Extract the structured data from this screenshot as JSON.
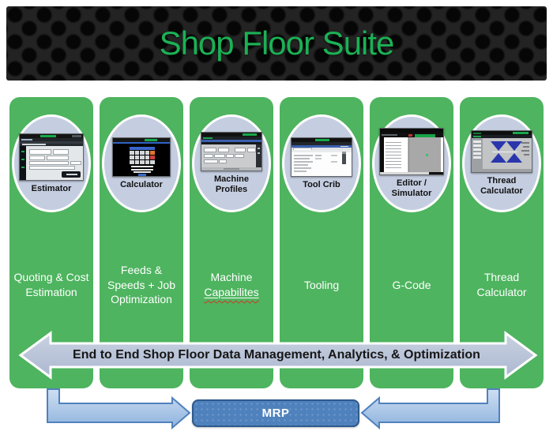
{
  "header": {
    "title": "Shop Floor Suite"
  },
  "suite": {
    "columns": [
      {
        "app": "Estimator",
        "capability": "Quoting & Cost Estimation"
      },
      {
        "app": "Calculator",
        "capability": "Feeds & Speeds + Job Optimization"
      },
      {
        "app": "Machine Profiles",
        "capability_line1": "Machine",
        "capability_line2": "Capabilites"
      },
      {
        "app": "Tool Crib",
        "capability": "Tooling"
      },
      {
        "app": "Editor / Simulator",
        "capability": "G-Code"
      },
      {
        "app": "Thread Calculator",
        "capability": "Thread Calculator"
      }
    ]
  },
  "banner": {
    "text": "End to End Shop Floor Data Management, Analytics, & Optimization"
  },
  "mrp": {
    "label": "MRP"
  },
  "icons": {
    "thumbnails": [
      "estimator-app-screenshot",
      "calculator-app-screenshot",
      "machine-profiles-app-screenshot",
      "tool-crib-app-screenshot",
      "editor-simulator-app-screenshot",
      "thread-calculator-app-screenshot"
    ]
  },
  "colors": {
    "header_background": "#1b1b1b",
    "header_title_green": "#1bb155",
    "column_green": "#4eb45f",
    "oval_fill": "#c5cee1",
    "banner_arrow_fill": "#b9c3d9",
    "banner_arrow_border": "#ffffff",
    "elbow_arrow_fill": "#a9c6e8",
    "elbow_arrow_border": "#4f81bd",
    "mrp_fill": "#4f81bd",
    "mrp_border": "#2d5a8c",
    "squiggle_red": "#d03428"
  }
}
